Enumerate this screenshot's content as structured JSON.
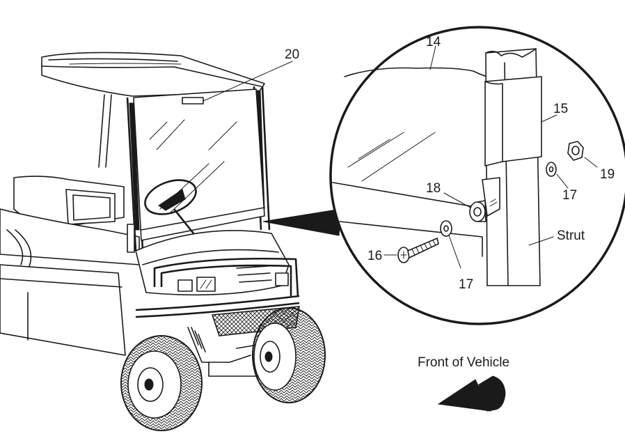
{
  "callouts": {
    "c20": "20",
    "c14": "14",
    "c15": "15",
    "c19": "19",
    "c17a": "17",
    "c18": "18",
    "c16": "16",
    "c17b": "17",
    "strut": "Strut"
  },
  "caption": {
    "front_of_vehicle": "Front of Vehicle"
  }
}
